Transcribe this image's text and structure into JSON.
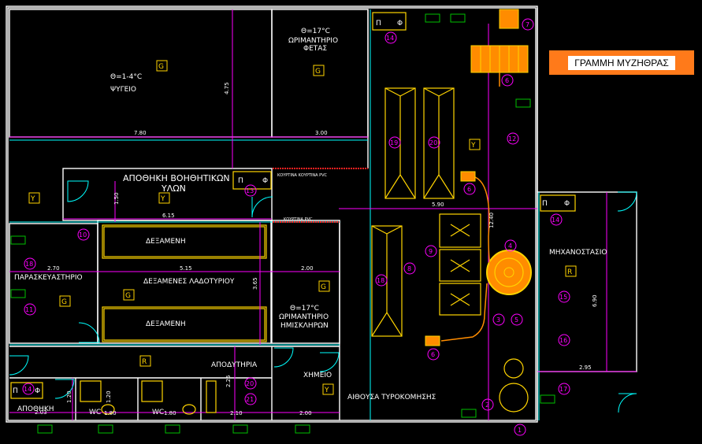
{
  "title": "ΓΡΑΜΜΗ ΜΥΖΗΘΡΑΣ",
  "colors": {
    "walls": "#ffffff",
    "dimension": "#ff00ff",
    "equipment": "#ffd400",
    "pipes": "#ff8c00",
    "tags": "#00c000",
    "cyan": "#00ffff",
    "title_bg": "#ff7a1a"
  },
  "rooms": {
    "fridge": {
      "temp": "Θ=1-4°C",
      "name": "ΨΥΓΕΙΟ",
      "tag": "G"
    },
    "feta": {
      "temp": "Θ=17°C",
      "name1": "ΩΡΙΜΑΝΤΗΡΙΟ",
      "name2": "ΦΕΤΑΣ",
      "tag": "G"
    },
    "storage_aux": {
      "name1": "ΑΠΟΘΗΚΗ ΒΟΗΘΗΤΙΚΩΝ",
      "name2": "ΥΛΩΝ",
      "tag": "Y"
    },
    "prep": {
      "name": "ΠΑΡΑΣΚΕΥΑΣΤΗΡΙΟ",
      "tag": "G"
    },
    "tank1": {
      "name": "ΔΕΞΑΜΕΝΗ"
    },
    "tanks_oil": {
      "name": "ΔΕΞΑΜΕΝΕΣ ΛΑΔΟΤΥΡΙΟΥ",
      "tag": "G"
    },
    "tank2": {
      "name": "ΔΕΞΑΜΕΝΗ"
    },
    "semihard": {
      "temp": "Θ=17°C",
      "name1": "ΩΡΙΜΑΝΤΗΡΙΟ",
      "name2": "ΗΜΙΣΚΛΗΡΩΝ",
      "tag": "G"
    },
    "changing": {
      "name": "ΑΠΟΔΥΤΗΡΙΑ",
      "tag": "R"
    },
    "lab": {
      "name": "ΧΗΜΕΙΟ",
      "tag": "Y"
    },
    "cheesehall": {
      "name": "ΑΙΘΟΥΣΑ ΤΥΡΟΚΟΜΗΣΗΣ",
      "tag": "Y"
    },
    "engine": {
      "name": "ΜΗΧΑΝΟΣΤΑΣΙΟ",
      "tag": "R"
    },
    "store": {
      "name": "ΑΠΟΘΗΚΗ"
    },
    "wc1": {
      "name": "WC"
    },
    "wc2": {
      "name": "WC"
    },
    "left_y": {
      "tag": "Y"
    }
  },
  "dimensions": {
    "d780": "7.80",
    "d475": "4.75",
    "d300": "3.00",
    "d150": "1.50",
    "d615": "6.15",
    "d590": "5.90",
    "d1240": "12.40",
    "d270": "2.70",
    "d515": "5.15",
    "d200a": "2.00",
    "d365": "3.65",
    "d690": "6.90",
    "d295": "2.95",
    "d225": "2.25",
    "d203": "2.03",
    "d120a": "1.20",
    "d180a": "1.80",
    "d120b": "1.20",
    "d180b": "1.80",
    "d210": "2.10",
    "d200b": "2.00"
  },
  "curtains": {
    "c1": "ΚΟΥΡΤΙΝΑ ΚΟΥΡΤΙΝΑ PVC",
    "c2": "ΚΟΥΡΤΙΝΑ PVC"
  },
  "numbers": {
    "n1": "1",
    "n2": "2",
    "n3": "3",
    "n4": "4",
    "n5": "5",
    "n6a": "6",
    "n6b": "6",
    "n6c": "6",
    "n7": "7",
    "n8": "8",
    "n9": "9",
    "n10": "10",
    "n11": "11",
    "n12": "12",
    "n13": "13",
    "n14a": "14",
    "n14b": "14",
    "n14c": "14",
    "n15": "15",
    "n16": "16",
    "n17": "17",
    "n18a": "18",
    "n18b": "18",
    "n19": "19",
    "n20a": "20",
    "n20b": "20",
    "n21": "21"
  },
  "letters": {
    "p1": "Π",
    "phi1": "Φ",
    "p2": "Π",
    "phi2": "Φ",
    "p3": "Π",
    "phi3": "Φ",
    "p4": "Π",
    "phi4": "Φ"
  }
}
